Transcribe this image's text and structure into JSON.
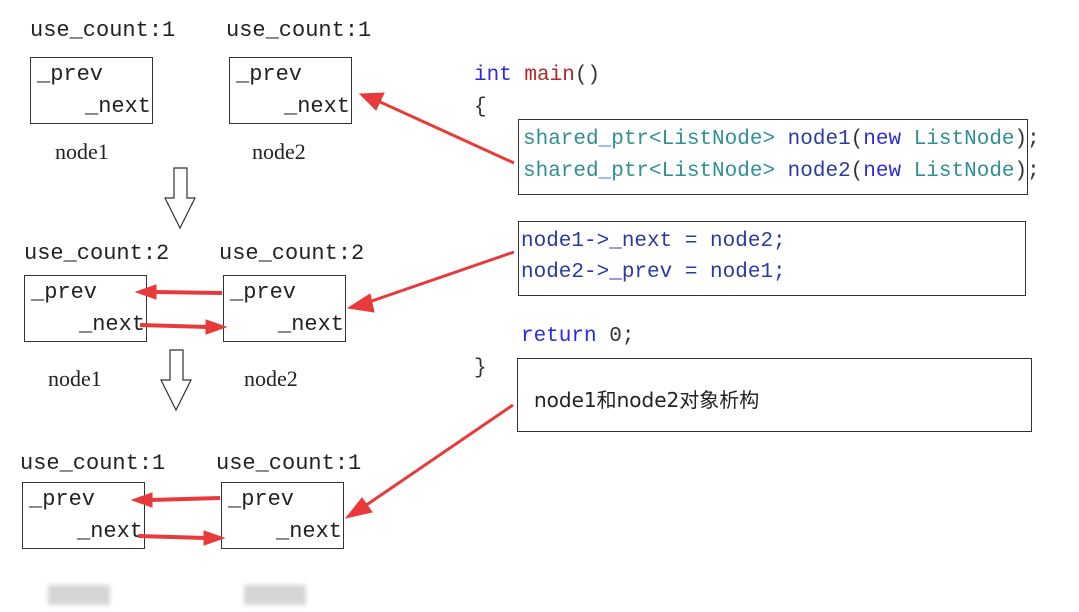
{
  "stage1": {
    "node1": {
      "count": "use_count:1",
      "prev": "_prev",
      "next": "_next",
      "label": "node1"
    },
    "node2": {
      "count": "use_count:1",
      "prev": "_prev",
      "next": "_next",
      "label": "node2"
    }
  },
  "stage2": {
    "node1": {
      "count": "use_count:2",
      "prev": "_prev",
      "next": "_next",
      "label": "node1"
    },
    "node2": {
      "count": "use_count:2",
      "prev": "_prev",
      "next": "_next",
      "label": "node2"
    }
  },
  "stage3": {
    "node1": {
      "count": "use_count:1",
      "prev": "_prev",
      "next": "_next"
    },
    "node2": {
      "count": "use_count:1",
      "prev": "_prev",
      "next": "_next"
    }
  },
  "code": {
    "main_kw": "int",
    "main_fn": "main",
    "main_paren": "()",
    "open_brace": "{",
    "close_brace": "}",
    "line1": {
      "type": "shared_ptr<ListNode>",
      "var": "node1",
      "open": "(",
      "new": "new",
      "ctor": "ListNode",
      "close": ");"
    },
    "line2": {
      "type": "shared_ptr<ListNode>",
      "var": "node2",
      "open": "(",
      "new": "new",
      "ctor": "ListNode",
      "close": ");"
    },
    "assign1": "node1->_next = node2;",
    "assign2": "node2->_prev = node1;",
    "return_kw": "return",
    "return_val": " 0;",
    "destruct_note": "node1和node2对象析构"
  },
  "colors": {
    "arrow": "#e8393b",
    "keyword": "#2b2bdb",
    "function": "#b3262a",
    "type": "#2f8f95",
    "identifier": "#2b3aa0"
  }
}
